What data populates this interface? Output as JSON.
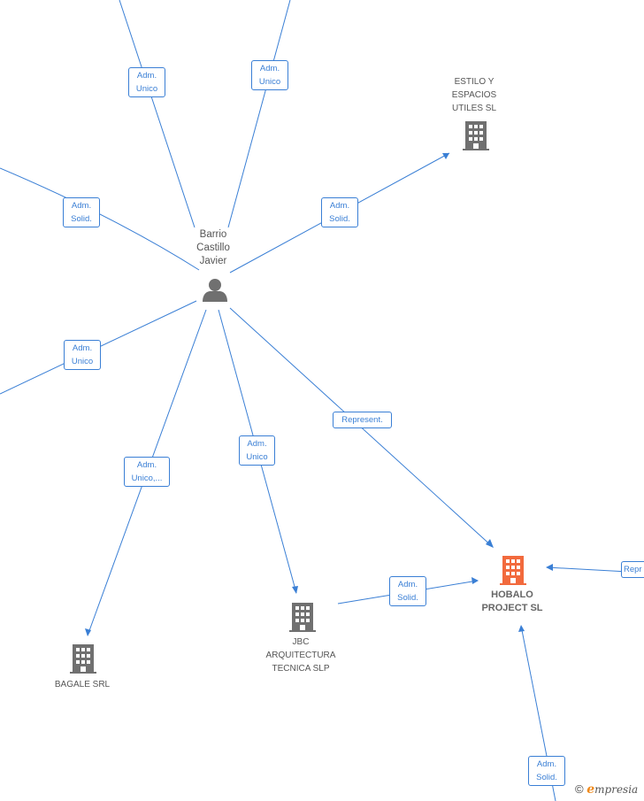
{
  "nodes": {
    "person": {
      "name_lines": [
        "Barrio",
        "Castillo",
        "Javier"
      ]
    },
    "estilo": {
      "name_lines": [
        "ESTILO Y",
        "ESPACIOS",
        "UTILES  SL"
      ]
    },
    "hobalo": {
      "name_lines": [
        "HOBALO",
        "PROJECT  SL"
      ]
    },
    "jbc": {
      "name_lines": [
        "JBC",
        "ARQUITECTURA",
        "TECNICA  SLP"
      ]
    },
    "bagale": {
      "name_lines": [
        "BAGALE SRL"
      ]
    }
  },
  "edge_labels": {
    "top_left": [
      "Adm.",
      "Unico"
    ],
    "top_right": [
      "Adm.",
      "Unico"
    ],
    "left_upper": [
      "Adm.",
      "Solid."
    ],
    "to_estilo": [
      "Adm.",
      "Solid."
    ],
    "left_lower": [
      "Adm.",
      "Unico"
    ],
    "to_hobalo": [
      "Represent."
    ],
    "to_bagale": [
      "Adm.",
      "Unico,..."
    ],
    "to_jbc": [
      "Adm.",
      "Unico"
    ],
    "jbc_to_hobalo": [
      "Adm.",
      "Solid."
    ],
    "right_to_hobalo": [
      "Repr"
    ],
    "bottom_to_hobalo": [
      "Adm.",
      "Solid."
    ]
  },
  "copyright": {
    "symbol": "©",
    "brand_initial": "e",
    "brand_rest": "mpresia"
  },
  "colors": {
    "edge": "#3a7fd5",
    "building": "#707070",
    "main_building": "#f26a3d",
    "person": "#707070"
  }
}
